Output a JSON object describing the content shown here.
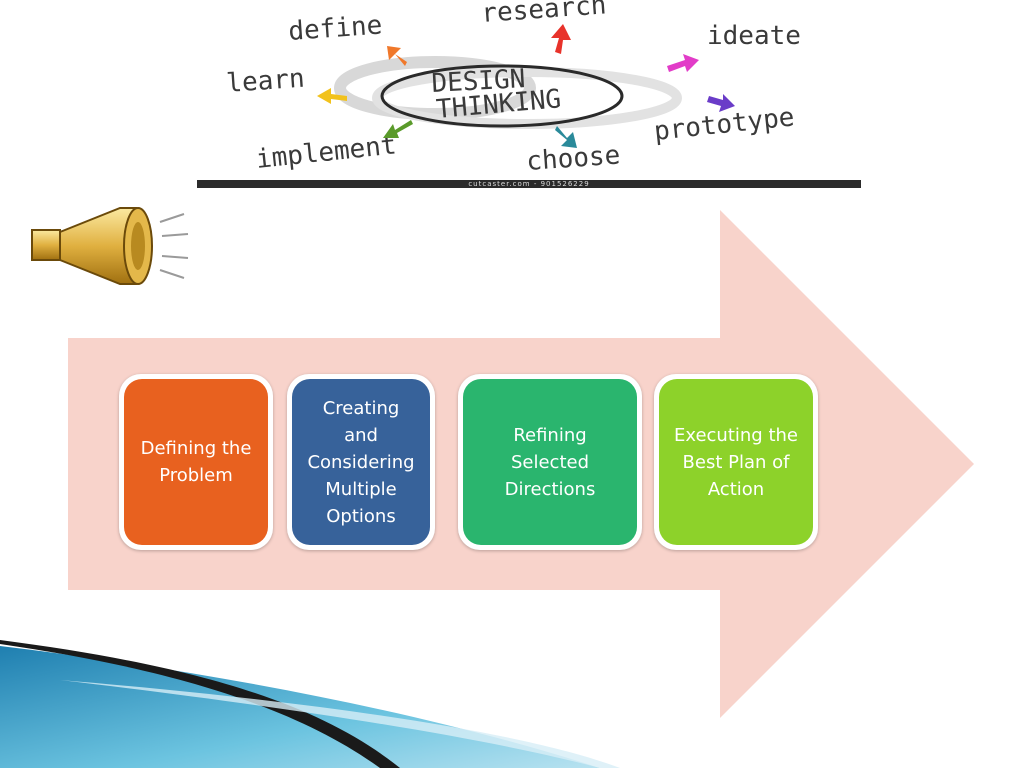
{
  "logo": {
    "center_lines": [
      "DESIGN",
      "THINKING"
    ],
    "words": {
      "define": "define",
      "research": "research",
      "ideate": "ideate",
      "learn": "learn",
      "prototype": "prototype",
      "implement": "implement",
      "choose": "choose"
    },
    "credit": "cutcaster.com - 901526229",
    "arrow_colors": {
      "define": "#f0782a",
      "research": "#e8322a",
      "ideate": "#e23cc8",
      "learn": "#f2c21c",
      "prototype": "#6a3cc8",
      "implement": "#5a9a2a",
      "choose": "#2a8a9a"
    }
  },
  "steps": [
    {
      "id": "define",
      "text": "Defining the Problem",
      "color": "#e8611f"
    },
    {
      "id": "create",
      "text": "Creating and Considering Multiple Options",
      "color": "#37629a"
    },
    {
      "id": "refine",
      "text": "Refining Selected Directions",
      "color": "#2ab56e"
    },
    {
      "id": "execute",
      "text": "Executing the Best Plan of Action",
      "color": "#8dd22a"
    }
  ],
  "colors": {
    "arrow": "#f8d3cb",
    "swoosh_dark": "#1a1a1a",
    "swoosh_light": "#5fb8d8"
  }
}
